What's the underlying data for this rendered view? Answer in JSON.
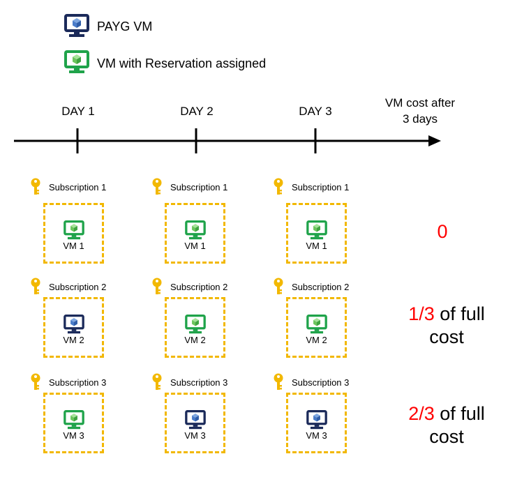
{
  "legend": [
    {
      "label": "PAYG VM",
      "color": "#1b2a5a"
    },
    {
      "label": "VM with  Reservation assigned",
      "color": "#1fa34a"
    }
  ],
  "timeline": {
    "days": [
      "DAY 1",
      "DAY 2",
      "DAY 3"
    ],
    "cost_header_line1": "VM cost after",
    "cost_header_line2": "3 days"
  },
  "rows": [
    {
      "subscription": "Subscription 1",
      "vm": "VM 1",
      "states": [
        "reserved",
        "reserved",
        "reserved"
      ],
      "cost_red": "0",
      "cost_line1_rest": "",
      "cost_line2": ""
    },
    {
      "subscription": "Subscription 2",
      "vm": "VM 2",
      "states": [
        "payg",
        "reserved",
        "reserved"
      ],
      "cost_red": "1/3",
      "cost_line1_rest": " of full",
      "cost_line2": "cost"
    },
    {
      "subscription": "Subscription 3",
      "vm": "VM 3",
      "states": [
        "reserved",
        "payg",
        "payg"
      ],
      "cost_red": "2/3",
      "cost_line1_rest": " of full",
      "cost_line2": "cost"
    }
  ],
  "colors": {
    "payg": "#1b2a5a",
    "reserved": "#1fa34a",
    "dash": "#f2b800",
    "key": "#f2b800",
    "cost_highlight": "#ff0000"
  }
}
